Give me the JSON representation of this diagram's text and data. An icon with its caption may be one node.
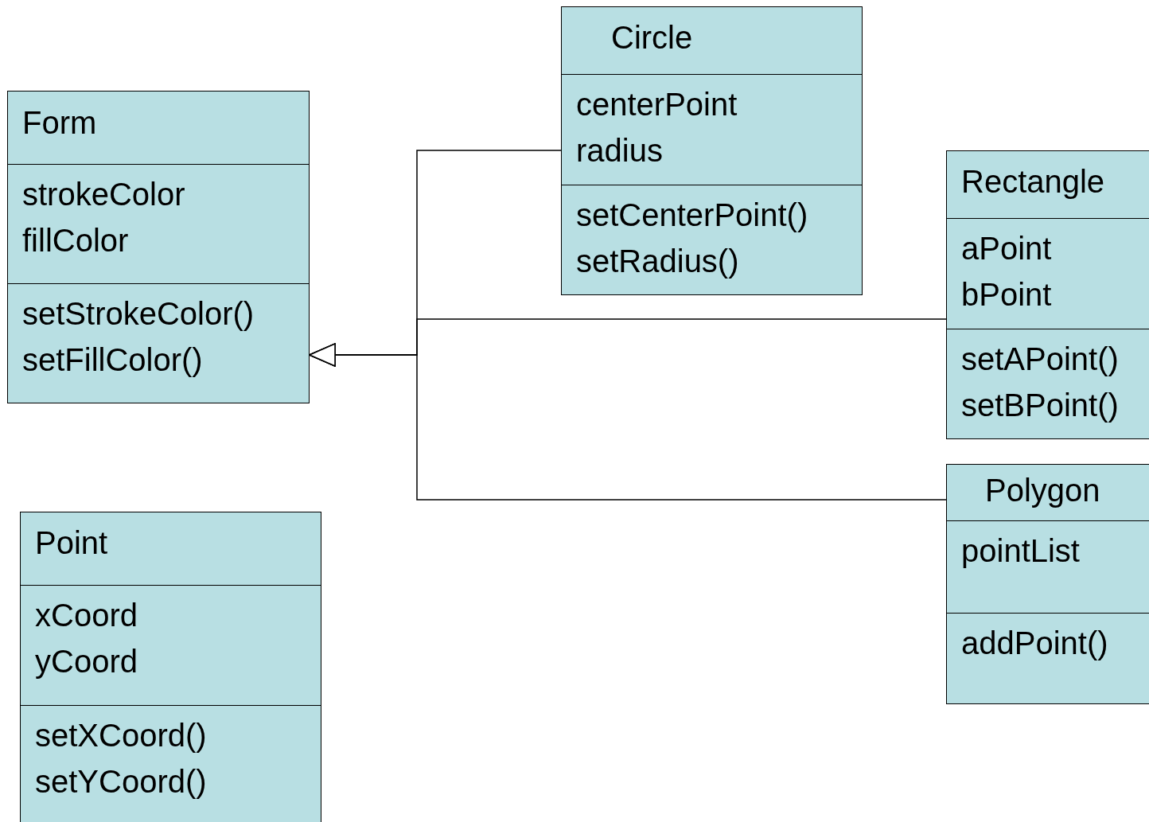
{
  "diagram": {
    "nodes": [
      {
        "text": [
          "Form",
          "strokeColor fillColor",
          "setStrokeColor() setFillColor()"
        ]
      },
      {
        "text": [
          "Circle",
          "centerPoint radius",
          "setCenterPoint() setRadius()"
        ]
      },
      {
        "text": [
          "Rectangle",
          "aPoint bPoint",
          "setAPoint() setBPoint()"
        ]
      },
      {
        "text": [
          "Polygon",
          "pointList",
          "addPoint()"
        ]
      },
      {
        "text": [
          "Point",
          "xCoord yCoord",
          "setXCoord() setYCoord()"
        ]
      }
    ],
    "edges": [
      {
        "from": 1,
        "to": 0,
        "arrow": "to"
      },
      {
        "from": 2,
        "to": 0,
        "arrow": "to"
      },
      {
        "from": 3,
        "to": 0,
        "arrow": "to"
      }
    ]
  }
}
